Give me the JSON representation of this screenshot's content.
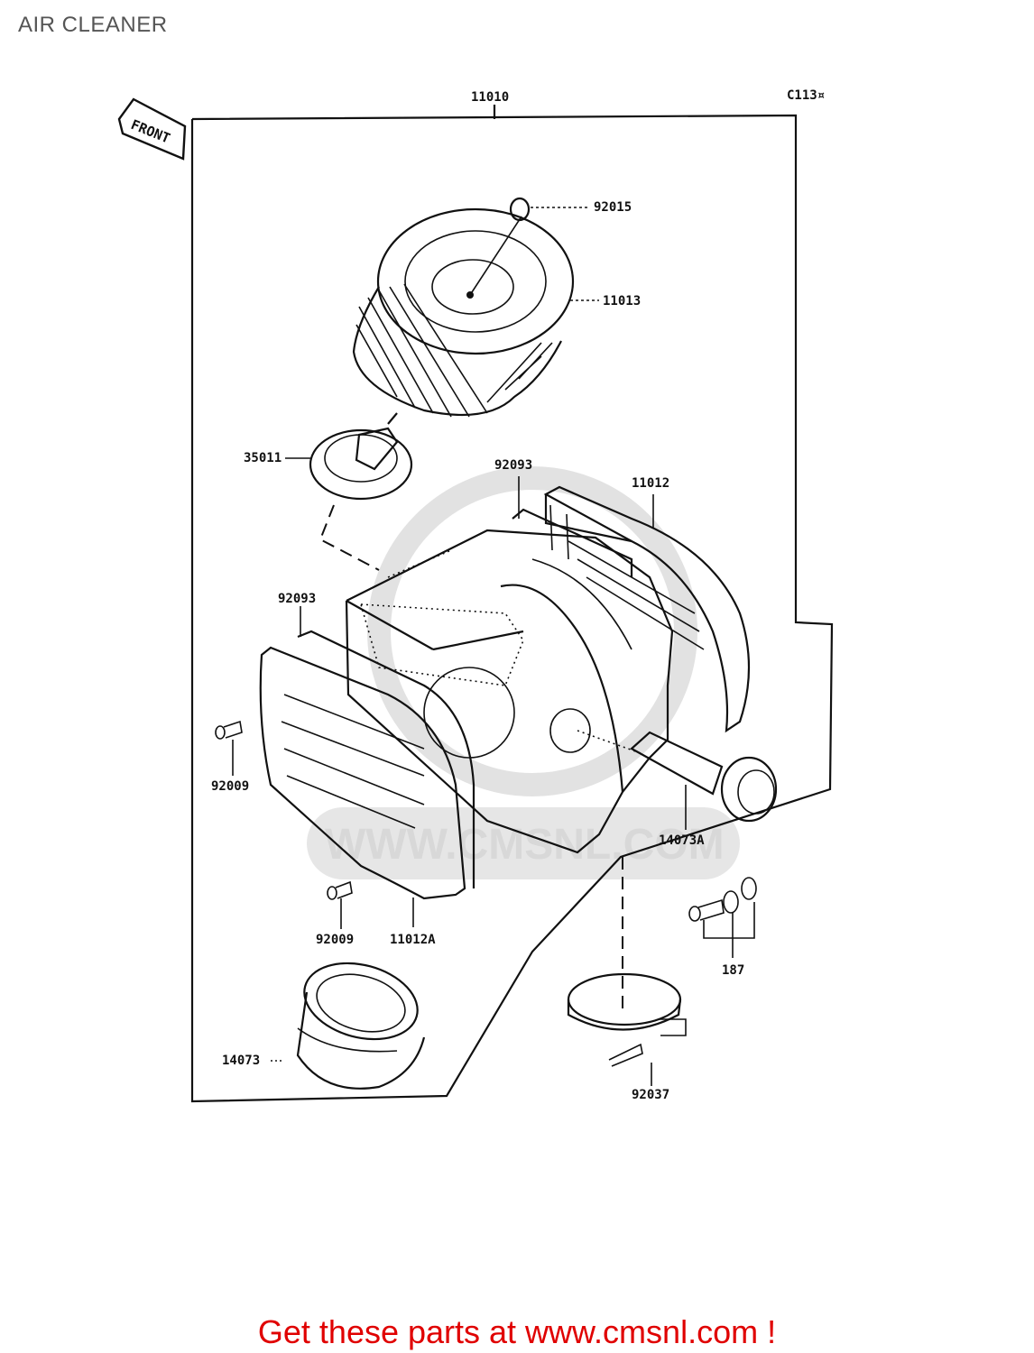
{
  "page": {
    "title": "AIR CLEANER",
    "footer_text": "Get these parts at www.cmsnl.com !"
  },
  "diagram": {
    "front_label": "FRONT",
    "ref_code": "C113¤",
    "parts": {
      "p11010": "11010",
      "p92015": "92015",
      "p11013": "11013",
      "p35011": "35011",
      "p92093a": "92093",
      "p11012": "11012",
      "p92093b": "92093",
      "p92009a": "92009",
      "p14073A": "14073A",
      "p92009b": "92009",
      "p11012A": "11012A",
      "p187": "187",
      "p14073": "14073",
      "p92037": "92037"
    },
    "watermark": "WWW.CMSNL.COM"
  },
  "colors": {
    "footer": "#e00000",
    "line": "#111111",
    "watermark": "#d8d8d8"
  }
}
